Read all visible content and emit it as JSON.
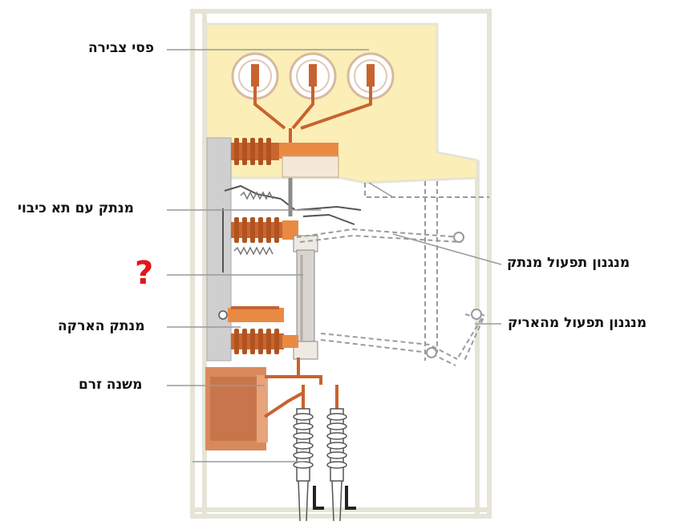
{
  "labels": {
    "busbars": "פסי צבירה",
    "disconnector_fuse": "מנתק עם תא כיבוי",
    "unknown": "?",
    "earthing_switch": "מנתק הארקה",
    "current_transformer": "משנה זרם",
    "disconnector_mechanism": "מנגנון תפעול מנתק",
    "earthing_mechanism": "מנגנון תפעול מהאריק"
  },
  "colors": {
    "compartment_fill": "#fbeeb7",
    "copper": "#c8632f",
    "insulator": "#c9662f",
    "cabinet_line": "#e8e6d8",
    "leader": "#9a9a9a",
    "question": "#e3161b"
  }
}
